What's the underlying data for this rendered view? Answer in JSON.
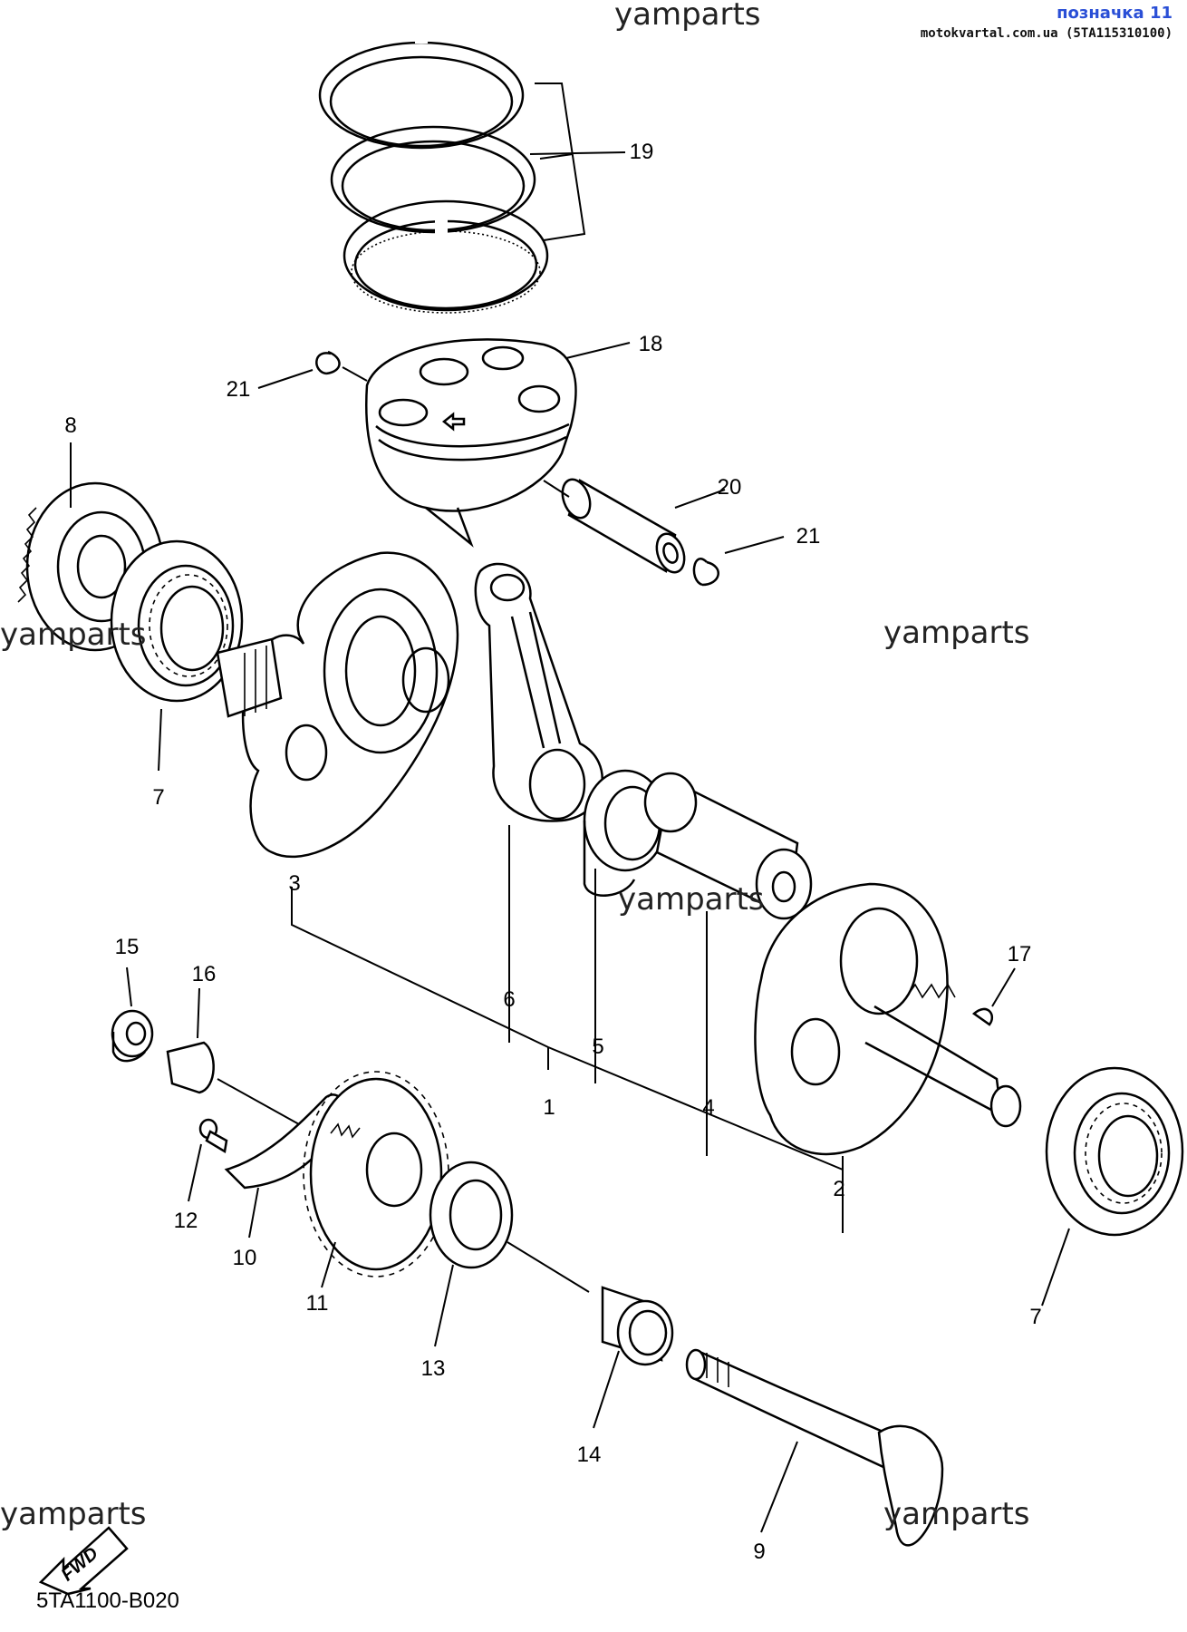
{
  "header": {
    "link_text": "позначка 11",
    "site_text": "motokvartal.com.ua (5TA115310100)"
  },
  "watermarks": [
    "yamparts",
    "yamparts",
    "yamparts",
    "yamparts",
    "yamparts",
    "yamparts"
  ],
  "callouts": {
    "c1": "1",
    "c2": "2",
    "c3": "3",
    "c4": "4",
    "c5": "5",
    "c6": "6",
    "c7a": "7",
    "c7b": "7",
    "c8": "8",
    "c9": "9",
    "c10": "10",
    "c11": "11",
    "c12": "12",
    "c13": "13",
    "c14": "14",
    "c15": "15",
    "c16": "16",
    "c17": "17",
    "c18": "18",
    "c19": "19",
    "c20": "20",
    "c21a": "21",
    "c21b": "21"
  },
  "fwd_label": "FWD",
  "diagram_code": "5TA1100-B020"
}
